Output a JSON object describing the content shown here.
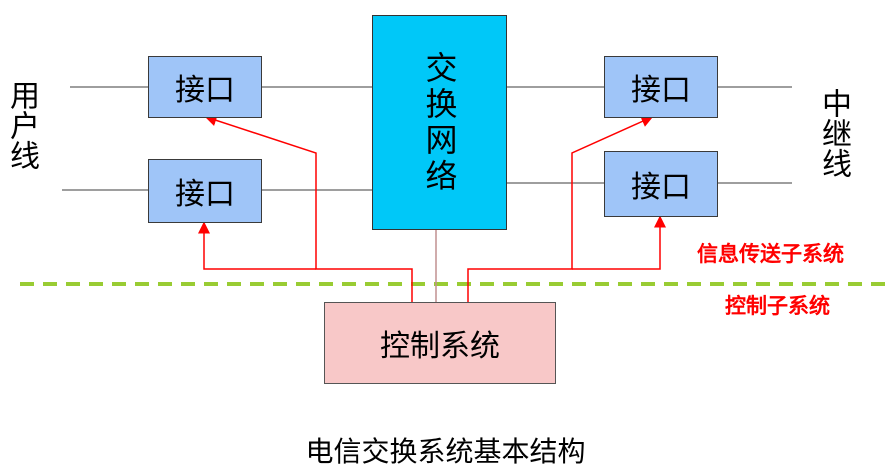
{
  "diagram": {
    "switch_network": "交换网络",
    "control_system": "控制系统",
    "interfaces": [
      "接口",
      "接口",
      "接口",
      "接口"
    ],
    "user_line_label": "用户线",
    "trunk_line_label": "中继线",
    "info_subsystem_label": "信息传送子系统",
    "control_subsystem_label": "控制子系统",
    "caption": "电信交换系统基本结构",
    "colors": {
      "interface_fill": "#9fc5f8",
      "switch_fill": "#00c8f8",
      "control_fill": "#f8c8c8",
      "control_arrows": "#ff0000",
      "divider": "#99cc33"
    }
  }
}
